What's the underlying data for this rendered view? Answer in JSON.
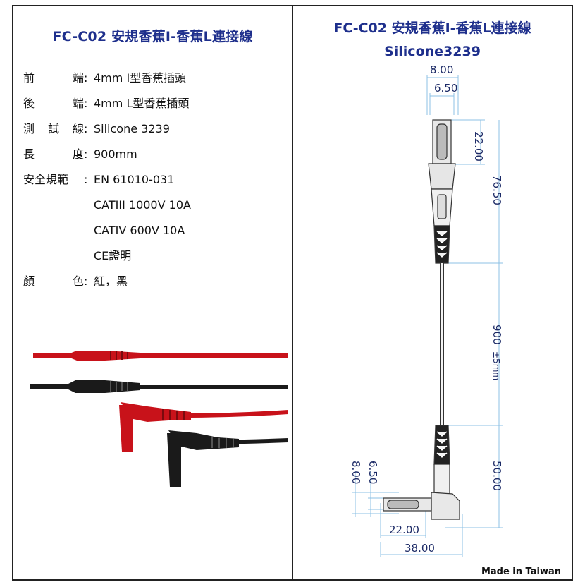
{
  "left_title": "FC-C02  安規香蕉I-香蕉L連接線",
  "right_title_line1": "FC-C02  安規香蕉I-香蕉L連接線",
  "right_title_line2": "Silicone3239",
  "specs": [
    {
      "label": "前端",
      "value": "4mm I型香蕉插頭"
    },
    {
      "label": "後端",
      "value": "4mm L型香蕉插頭"
    },
    {
      "label": "測試線",
      "value": "Silicone 3239"
    },
    {
      "label": "長度",
      "value": "900mm"
    },
    {
      "label": "安全規範",
      "value": "EN 61010-031"
    }
  ],
  "safety_more": [
    "CATIII 1000V 10A",
    "CATIV 600V 10A",
    "CE證明"
  ],
  "color_spec": {
    "label": "顏色",
    "value": "紅，黑"
  },
  "dimensions": {
    "top_width": "8.00",
    "top_inner": "6.50",
    "tip_len": "22.00",
    "front_len": "76.50",
    "cable_len": "900",
    "cable_tol": "±5mm",
    "back_len": "50.00",
    "l_height": "8.00",
    "l_inner": "6.50",
    "l_tip": "22.00",
    "l_total": "38.00"
  },
  "made_in": "Made in Taiwan",
  "colors": {
    "title": "#1e2f8c",
    "dimension": "#1c2a66",
    "red_lead": "#c8121a",
    "black_lead": "#1a1a1a"
  }
}
